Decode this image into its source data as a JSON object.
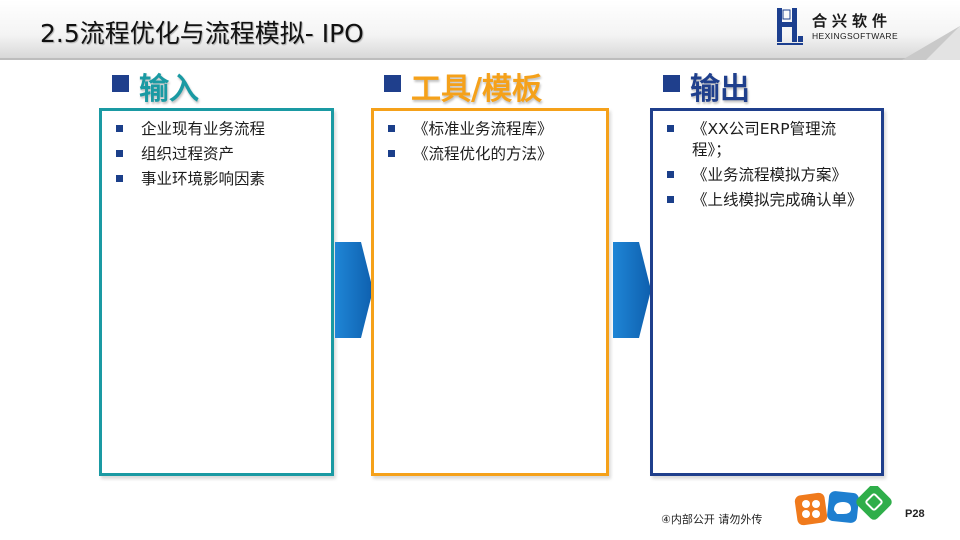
{
  "slide": {
    "title": "2.5流程优化与流程模拟- IPO"
  },
  "logo": {
    "cn": "合兴软件",
    "en": "HEXINGSOFTWARE"
  },
  "columns": [
    {
      "heading": "输入",
      "accent": "#1a9aa3",
      "items": [
        "企业现有业务流程",
        "组织过程资产",
        "事业环境影响因素"
      ]
    },
    {
      "heading": "工具/模板",
      "accent": "#f5a11a",
      "items": [
        "《标准业务流程库》",
        "《流程优化的方法》"
      ]
    },
    {
      "heading": "输出",
      "accent": "#1f3f8c",
      "items": [
        "《XX公司ERP管理流程》；",
        "《业务流程模拟方案》",
        "《上线模拟完成确认单》"
      ]
    }
  ],
  "colors": {
    "arrow": "#1776c7",
    "bullet": "#1b3f8a",
    "heading_square": "#1f3f8c"
  },
  "footer": {
    "note": "④内部公开 请勿外传",
    "page": "P28"
  }
}
